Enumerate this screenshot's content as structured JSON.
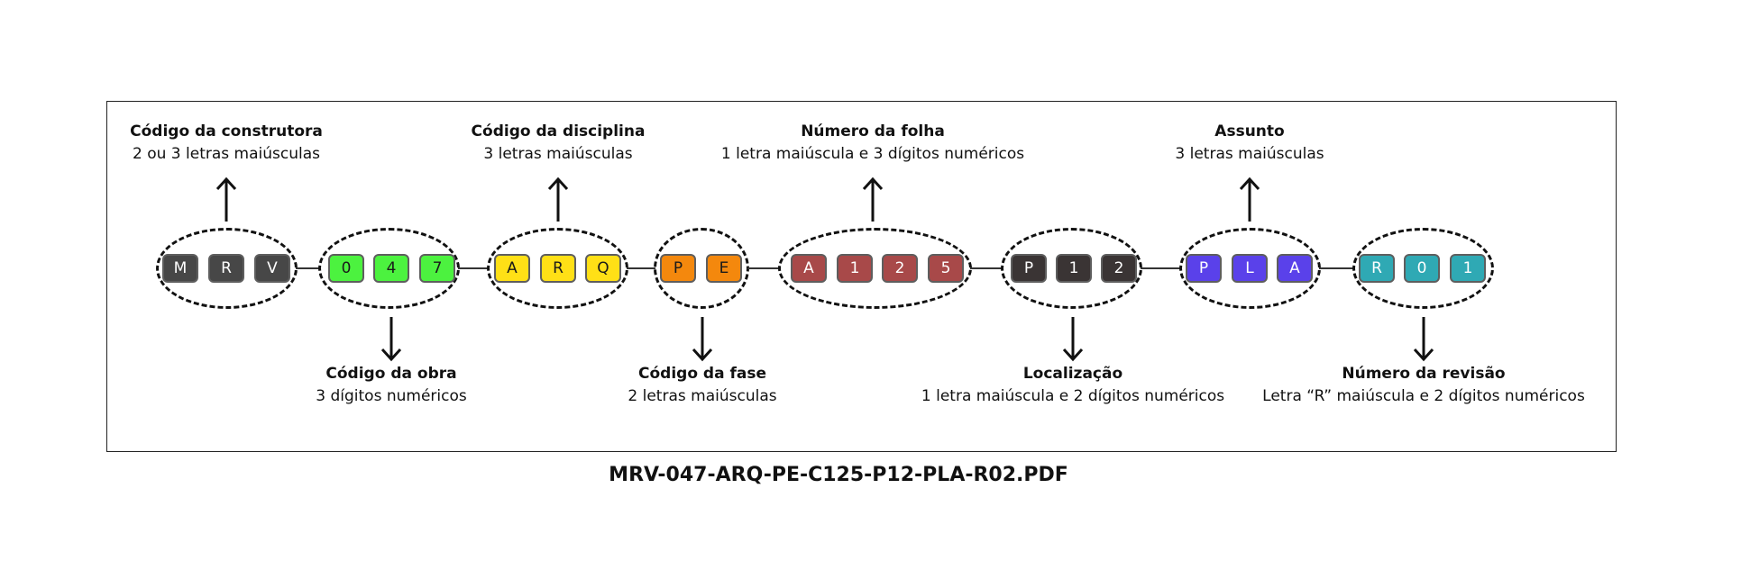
{
  "groups": [
    {
      "id": "construtora",
      "chars": [
        "M",
        "R",
        "V"
      ],
      "fill": "#474747",
      "text_color": "light",
      "label_pos": "top",
      "title": "Código da construtora",
      "desc": "2 ou 3 letras maiúsculas"
    },
    {
      "id": "obra",
      "chars": [
        "0",
        "4",
        "7"
      ],
      "fill": "#4cf23f",
      "text_color": "dark",
      "label_pos": "bottom",
      "title": "Código da obra",
      "desc": "3 dígitos numéricos"
    },
    {
      "id": "disciplina",
      "chars": [
        "A",
        "R",
        "Q"
      ],
      "fill": "#ffe016",
      "text_color": "dark",
      "label_pos": "top",
      "title": "Código da disciplina",
      "desc": "3 letras maiúsculas"
    },
    {
      "id": "fase",
      "chars": [
        "P",
        "E"
      ],
      "fill": "#f4880d",
      "text_color": "dark",
      "label_pos": "bottom",
      "title": "Código da fase",
      "desc": "2 letras maiúsculas"
    },
    {
      "id": "folha",
      "chars": [
        "A",
        "1",
        "2",
        "5"
      ],
      "fill": "#a84949",
      "text_color": "light",
      "label_pos": "top",
      "title": "Número da folha",
      "desc": "1 letra maiúscula e 3 dígitos numéricos"
    },
    {
      "id": "localizacao",
      "chars": [
        "P",
        "1",
        "2"
      ],
      "fill": "#3a3434",
      "text_color": "light",
      "label_pos": "bottom",
      "title": "Localização",
      "desc": "1 letra maiúscula e 2 dígitos numéricos"
    },
    {
      "id": "assunto",
      "chars": [
        "P",
        "L",
        "A"
      ],
      "fill": "#5a41ea",
      "text_color": "light",
      "label_pos": "top",
      "title": "Assunto",
      "desc": "3 letras maiúsculas"
    },
    {
      "id": "revisao",
      "chars": [
        "R",
        "0",
        "1"
      ],
      "fill": "#2fa9b4",
      "text_color": "light",
      "label_pos": "bottom",
      "title": "Número da revisão",
      "desc": "Letra “R” maiúscula e 2 dígitos numéricos"
    }
  ],
  "filename": "MRV-047-ARQ-PE-C125-P12-PLA-R02.PDF"
}
